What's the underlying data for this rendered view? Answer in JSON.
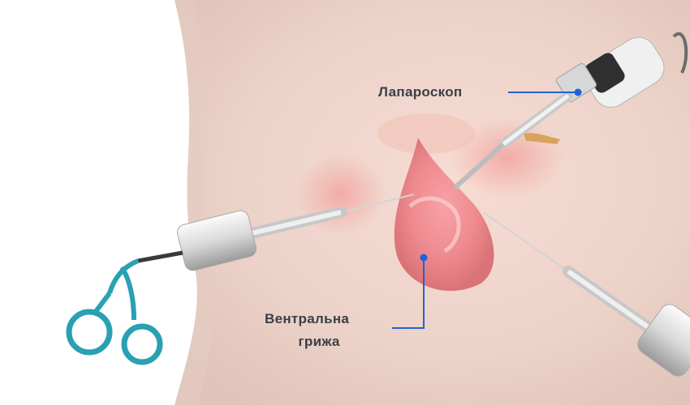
{
  "labels": {
    "laparoscope": "Лапароскоп",
    "hernia_line1": "Вентральна",
    "hernia_line2": "грижа"
  },
  "colors": {
    "pointer": "#1f63d6",
    "label_text": "#3a3f47",
    "skin": "#f2d9cf",
    "hernia": "#f08a8e",
    "scissors_handle": "#2aa0b3"
  },
  "icons": {
    "grasper": "grasper-instrument-icon",
    "laparoscope": "laparoscope-instrument-icon",
    "trocar_right": "trocar-instrument-icon"
  }
}
